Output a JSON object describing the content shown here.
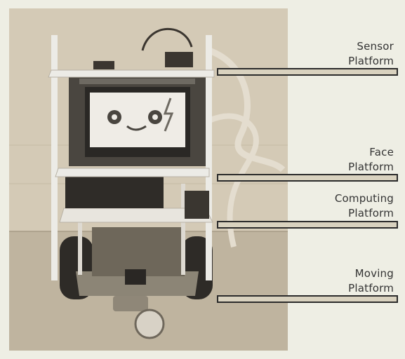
{
  "labels": [
    {
      "id": "sensor",
      "line1": "Sensor",
      "line2": "Platform"
    },
    {
      "id": "face",
      "line1": "Face",
      "line2": "Platform"
    },
    {
      "id": "computing",
      "line1": "Computing",
      "line2": "Platform"
    },
    {
      "id": "moving",
      "line1": "Moving",
      "line2": "Platform"
    }
  ],
  "colors": {
    "background": "#eeeee4",
    "photo_tint": "#c9bea8",
    "bar_fill": "#d9d2bf",
    "bar_border": "#2b2b2b",
    "label_text": "#333333"
  }
}
